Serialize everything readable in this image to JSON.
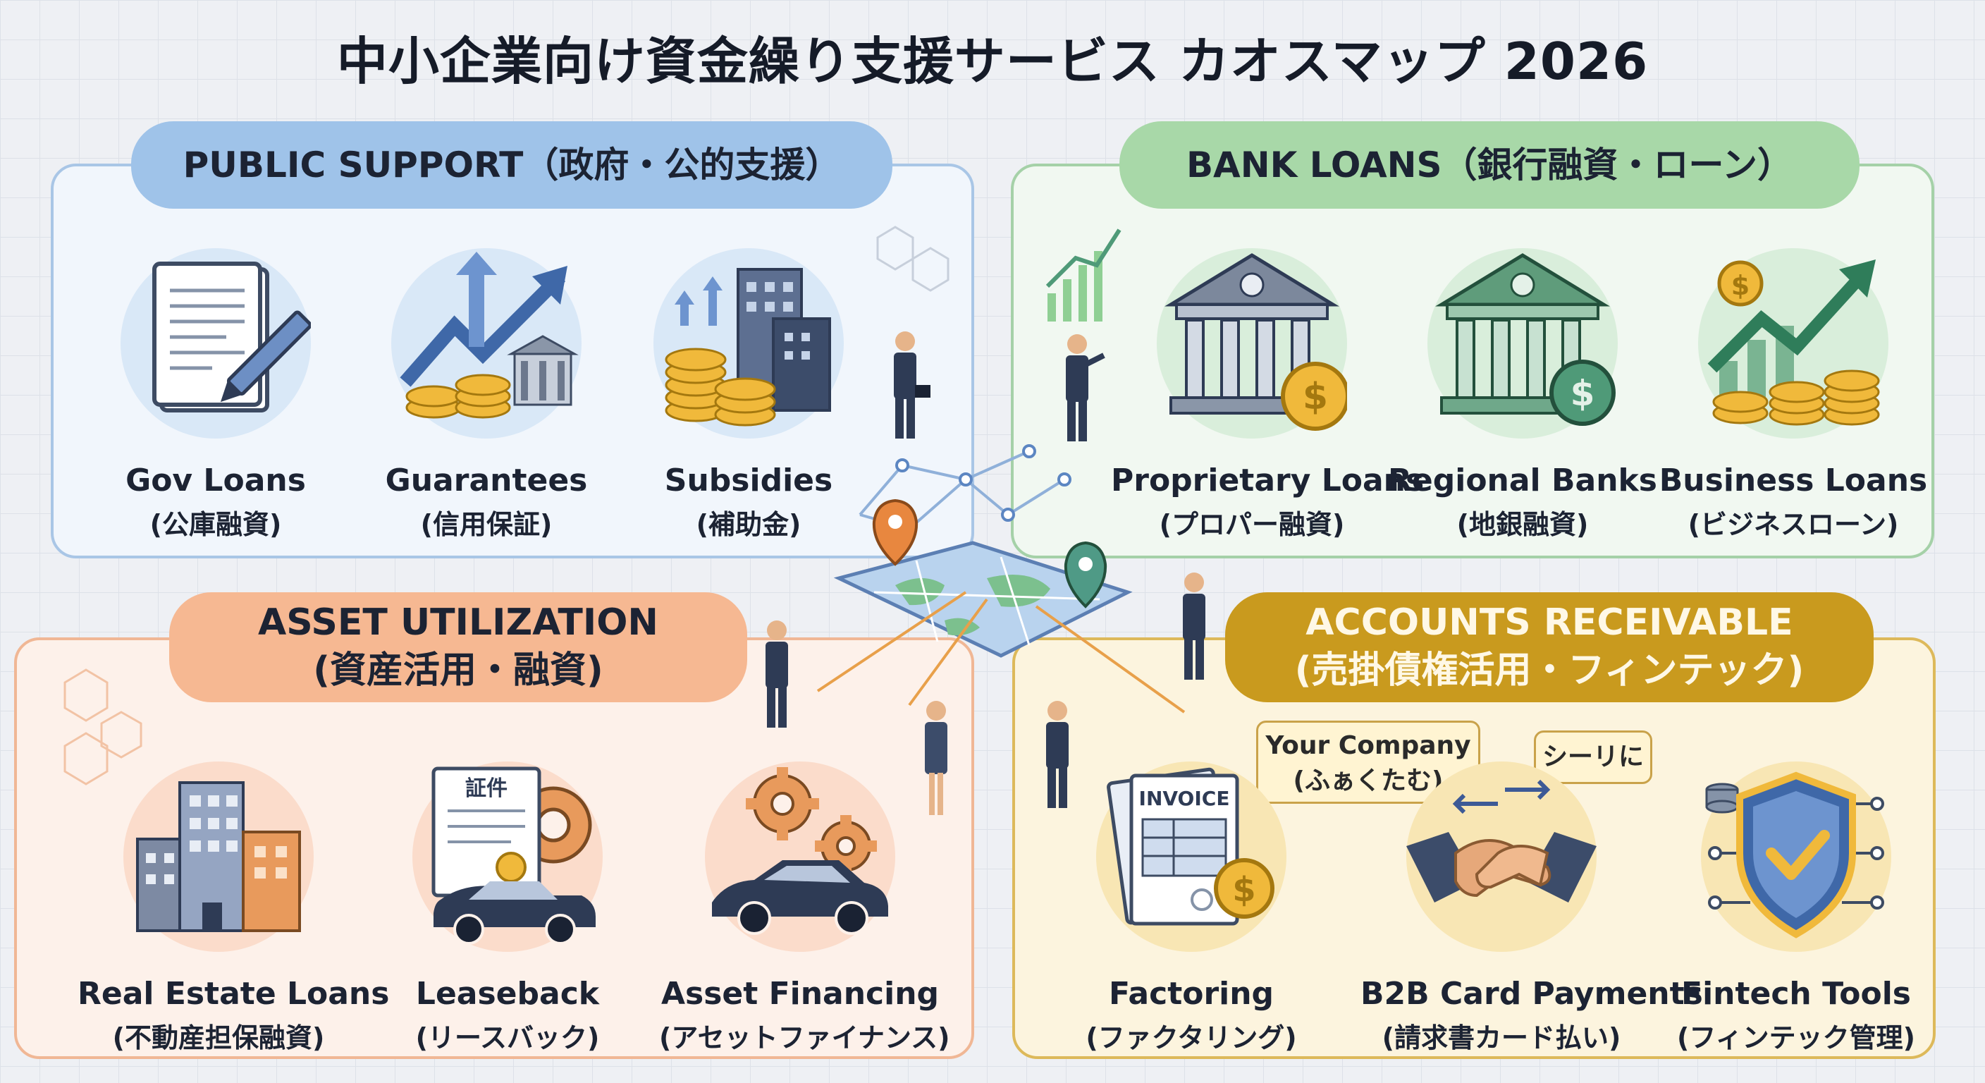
{
  "title": "中小企業向け資金繰り支援サービス カオスマップ 2026",
  "quadrants": {
    "public": {
      "heading": "PUBLIC SUPPORT（政府・公的支援）",
      "color": "#9fc3e9",
      "items": [
        {
          "label": "Gov Loans",
          "sub": "(公庫融資)",
          "icon": "document-pen-icon"
        },
        {
          "label": "Guarantees",
          "sub": "(信用保証)",
          "icon": "growth-bank-icon"
        },
        {
          "label": "Subsidies",
          "sub": "(補助金)",
          "icon": "coins-building-icon"
        }
      ]
    },
    "bank": {
      "heading": "BANK LOANS（銀行融資・ローン）",
      "color": "#a8d8a8",
      "items": [
        {
          "label": "Proprietary Loans",
          "sub": "(プロパー融資)",
          "icon": "bank-coin-icon"
        },
        {
          "label": "Regional Banks",
          "sub": "(地銀融資)",
          "icon": "regional-bank-icon"
        },
        {
          "label": "Business Loans",
          "sub": "(ビジネスローン)",
          "icon": "coins-growth-icon"
        }
      ]
    },
    "asset": {
      "heading_line1": "ASSET UTILIZATION",
      "heading_line2": "(資産活用・融資)",
      "color": "#f6b892",
      "items": [
        {
          "label": "Real Estate Loans",
          "sub": "(不動産担保融資)",
          "icon": "buildings-icon"
        },
        {
          "label": "Leaseback",
          "sub": "(リースバック)",
          "icon": "certificate-car-icon"
        },
        {
          "label": "Asset Financing",
          "sub": "(アセットファイナンス)",
          "icon": "car-gears-icon"
        }
      ]
    },
    "ar": {
      "heading_line1": "ACCOUNTS RECEIVABLE",
      "heading_line2": "(売掛債権活用・フィンテック)",
      "color": "#c99a1e",
      "items": [
        {
          "label": "Factoring",
          "sub": "(ファクタリング)",
          "icon": "invoice-icon",
          "invoice_text": "INVOICE"
        },
        {
          "label": "B2B Card Payments",
          "sub": "(請求書カード払い)",
          "icon": "handshake-icon"
        },
        {
          "label": "Fintech Tools",
          "sub": "(フィンテック管理)",
          "icon": "shield-check-icon"
        }
      ],
      "bubbles": {
        "company_line1": "Your Company",
        "company_line2": "(ふぁくたむ)",
        "series": "シーリに"
      }
    }
  },
  "certificate_text": "証件"
}
